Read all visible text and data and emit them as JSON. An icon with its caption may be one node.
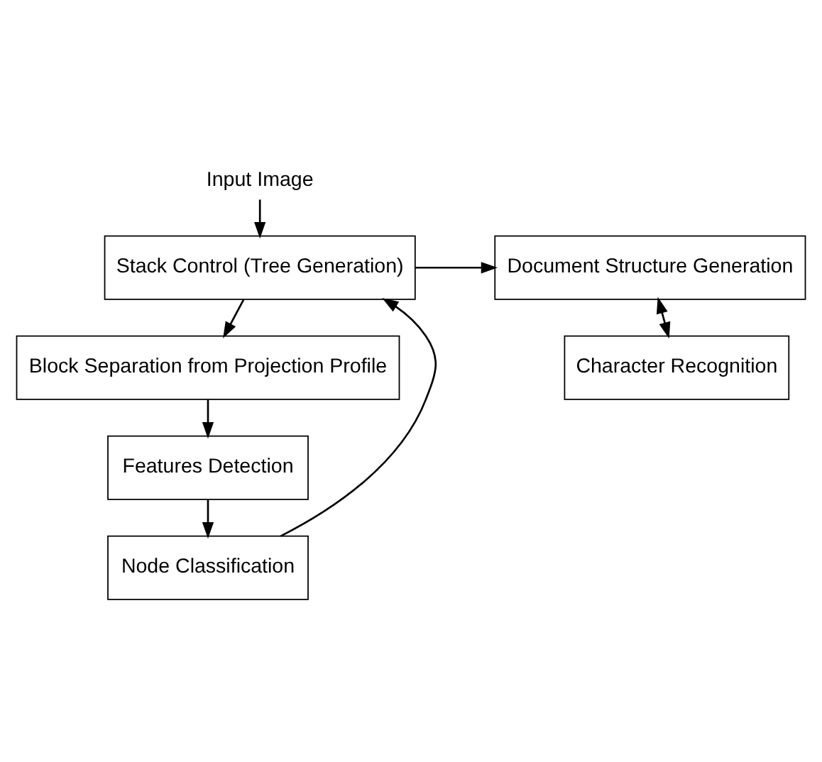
{
  "diagram": {
    "nodes": [
      {
        "text": [
          "Input Image"
        ]
      },
      {
        "text": [
          "Stack Control (Tree Generation)"
        ]
      },
      {
        "text": [
          "Block Separation from Projection Profile"
        ]
      },
      {
        "text": [
          "Features Detection"
        ]
      },
      {
        "text": [
          "Node Classification"
        ]
      },
      {
        "text": [
          "Document Structure Generation"
        ]
      },
      {
        "text": [
          "Character Recognition"
        ]
      }
    ],
    "edges": [
      {
        "from": 0,
        "to": 1,
        "arrow": "to"
      },
      {
        "from": 1,
        "to": 2,
        "arrow": "to"
      },
      {
        "from": 2,
        "to": 3,
        "arrow": "to"
      },
      {
        "from": 3,
        "to": 4,
        "arrow": "to"
      },
      {
        "from": 4,
        "to": 1,
        "arrow": "to"
      },
      {
        "from": 1,
        "to": 5,
        "arrow": "to"
      },
      {
        "from": 5,
        "to": 6,
        "arrow": "both"
      }
    ]
  }
}
